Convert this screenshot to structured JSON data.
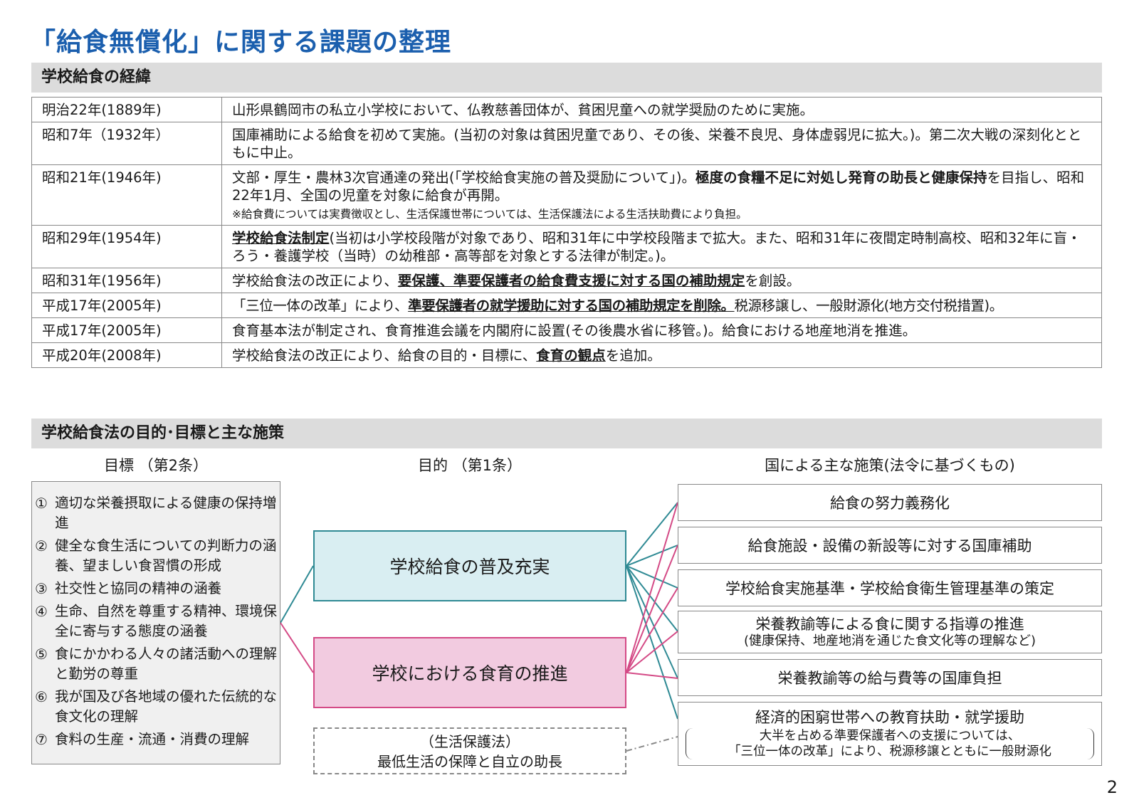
{
  "title": "「給食無償化」に関する課題の整理",
  "history_section": "学校給食の経緯",
  "history": [
    {
      "year": "明治22年(1889年)",
      "text": "山形県鶴岡市の私立小学校において、仏教慈善団体が、貧困児童への就学奨励のために実施。"
    },
    {
      "year": "昭和7年（1932年）",
      "text": "国庫補助による給食を初めて実施。(当初の対象は貧困児童であり、その後、栄養不良児、身体虚弱児に拡大。)。第二次大戦の深刻化とともに中止。"
    },
    {
      "year": "昭和21年(1946年)",
      "text_a": "文部・厚生・農林3次官通達の発出(「学校給食実施の普及奨励について」)。",
      "text_bold": "極度の食糧不足に対処し発育の助長と健康保持",
      "text_b": "を目指し、昭和22年1月、全国の児童を対象に給食が再開。",
      "note": "※給食費については実費徴収とし、生活保護世帯については、生活保護法による生活扶助費により負担。"
    },
    {
      "year": "昭和29年(1954年)",
      "text_ul": "学校給食法制定",
      "text": "(当初は小学校段階が対象であり、昭和31年に中学校段階まで拡大。また、昭和31年に夜間定時制高校、昭和32年に盲・ろう・養護学校（当時）の幼稚部・高等部を対象とする法律が制定。)。"
    },
    {
      "year": "昭和31年(1956年)",
      "text_a": "学校給食法の改正により、",
      "text_ul": "要保護、準要保護者の給食費支援に対する国の補助規定",
      "text_b": "を創設。"
    },
    {
      "year": "平成17年(2005年)",
      "text_a": "「三位一体の改革」により、",
      "text_ul": "準要保護者の就学援助に対する国の補助規定を削除。",
      "text_b": "税源移譲し、一般財源化(地方交付税措置)。"
    },
    {
      "year": "平成17年(2005年)",
      "text": "食育基本法が制定され、食育推進会議を内閣府に設置(その後農水省に移管。)。給食における地産地消を推進。"
    },
    {
      "year": "平成20年(2008年)",
      "text_a": "学校給食法の改正により、給食の目的・目標に、",
      "text_ul": "食育の観点",
      "text_b": "を追加。"
    }
  ],
  "law_section": "学校給食法の目的･目標と主な施策",
  "goals_head": "目標 （第2条）",
  "purpose_head": "目的 （第1条）",
  "measures_head": "国による主な施策(法令に基づくもの)",
  "goals": [
    {
      "num": "①",
      "text": "適切な栄養摂取による健康の保持増進"
    },
    {
      "num": "②",
      "text": "健全な食生活についての判断力の涵養、望ましい食習慣の形成"
    },
    {
      "num": "③",
      "text": "社交性と協同の精神の涵養"
    },
    {
      "num": "④",
      "text": "生命、自然を尊重する精神、環境保全に寄与する態度の涵養"
    },
    {
      "num": "⑤",
      "text": "食にかかわる人々の諸活動への理解と勤労の尊重"
    },
    {
      "num": "⑥",
      "text": "我が国及び各地域の優れた伝統的な食文化の理解"
    },
    {
      "num": "⑦",
      "text": "食料の生産・流通・消費の理解"
    }
  ],
  "purposes": [
    "学校給食の普及充実",
    "学校における食育の推進"
  ],
  "welfare": {
    "line1": "（生活保護法）",
    "line2": "最低生活の保障と自立の助長"
  },
  "measures": [
    {
      "text": "給食の努力義務化"
    },
    {
      "text": "給食施設・設備の新設等に対する国庫補助"
    },
    {
      "text": "学校給食実施基準・学校給食衛生管理基準の策定"
    },
    {
      "text": "栄養教諭等による食に関する指導の推進",
      "sub": "(健康保持、地産地消を通じた食文化等の理解など)"
    },
    {
      "text": "栄養教諭等の給与費等の国庫負担"
    },
    {
      "text": "経済的困窮世帯への教育扶助・就学援助",
      "sub1": "大半を占める準要保護者への支援については、",
      "sub2": "「三位一体の改革」により、税源移譲とともに一般財源化"
    }
  ],
  "colors": {
    "title": "#1b5fae",
    "teal": "#2f8a94",
    "pink": "#d44a86"
  },
  "page_number": "2"
}
